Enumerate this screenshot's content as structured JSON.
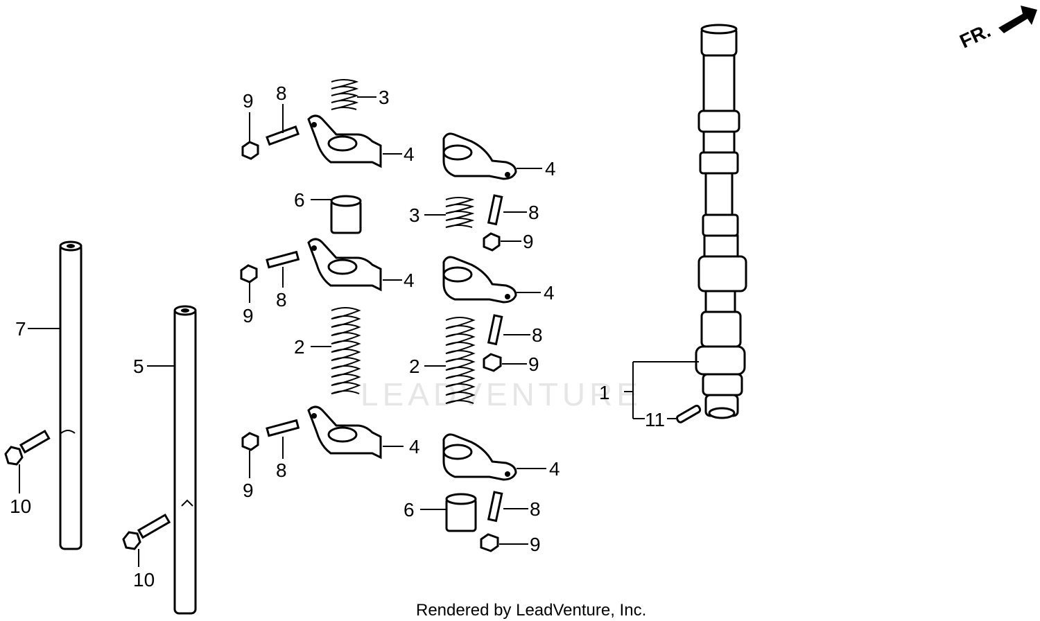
{
  "diagram": {
    "watermark": "LEADVENTURE",
    "front_marker": "FR.",
    "footer": "Rendered by LeadVenture, Inc.",
    "callouts": {
      "c1": "1",
      "c2a": "2",
      "c2b": "2",
      "c3a": "3",
      "c3b": "3",
      "c4a": "4",
      "c4b": "4",
      "c4c": "4",
      "c4d": "4",
      "c4e": "4",
      "c4f": "4",
      "c5": "5",
      "c6a": "6",
      "c6b": "6",
      "c7": "7",
      "c8a": "8",
      "c8b": "8",
      "c8c": "8",
      "c8d": "8",
      "c8e": "8",
      "c8f": "8",
      "c9a": "9",
      "c9b": "9",
      "c9c": "9",
      "c9d": "9",
      "c9e": "9",
      "c9f": "9",
      "c10a": "10",
      "c10b": "10",
      "c11": "11"
    }
  }
}
